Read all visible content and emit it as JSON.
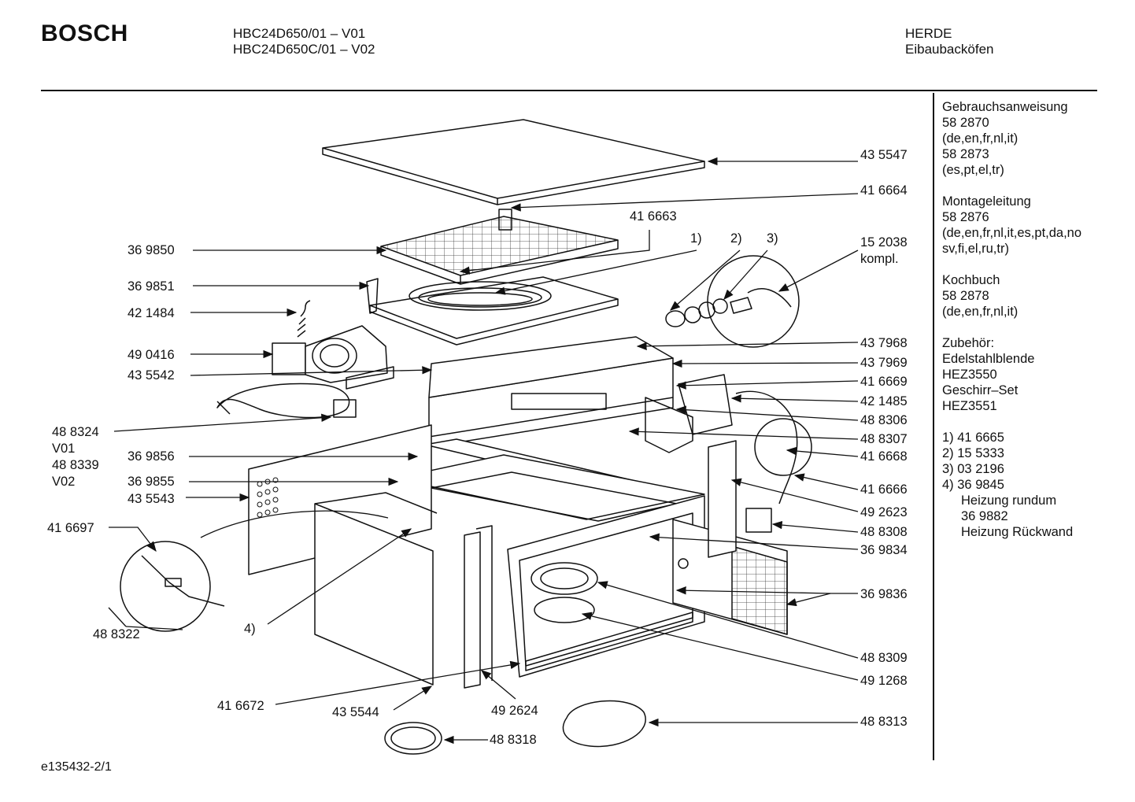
{
  "header": {
    "brand": "BOSCH",
    "model_line_1": "HBC24D650/01   – V01",
    "model_line_2": "HBC24D650C/01 – V02",
    "category": "HERDE",
    "subcategory": "Eibaubacköfen"
  },
  "footer": {
    "code": "e135432-2/1"
  },
  "sidebar": {
    "manual_title": "Gebrauchsanweisung",
    "manual_1_no": "58 2870",
    "manual_1_lang": "(de,en,fr,nl,it)",
    "manual_2_no": "58 2873",
    "manual_2_lang": "(es,pt,el,tr)",
    "mount_title": "Montageleitung",
    "mount_no": "58 2876",
    "mount_lang_1": "(de,en,fr,nl,it,es,pt,da,no",
    "mount_lang_2": "sv,fi,el,ru,tr)",
    "cook_title": "Kochbuch",
    "cook_no": "58 2878",
    "cook_lang": "(de,en,fr,nl,it)",
    "acc_title": "Zubehör:",
    "acc_1_name": "Edelstahlblende",
    "acc_1_no": "HEZ3550",
    "acc_2_name": "Geschirr–Set",
    "acc_2_no": "HEZ3551",
    "note_1": "1) 41 6665",
    "note_2": "2) 15 5333",
    "note_3": "3) 03 2196",
    "note_4": "4) 36 9845",
    "note_4a": "Heizung rundum",
    "note_4b": "36 9882",
    "note_4c": "Heizung Rückwand"
  },
  "labels": {
    "p435547": "43 5547",
    "p416664": "41 6664",
    "p416663": "41 6663",
    "c1": "1)",
    "c2": "2)",
    "c3": "3)",
    "p152038": "15 2038",
    "kompl": "kompl.",
    "p369850": "36 9850",
    "p369851": "36 9851",
    "p421484": "42 1484",
    "p490416": "49 0416",
    "p435542": "43 5542",
    "p437968": "43 7968",
    "p437969": "43 7969",
    "p416669": "41 6669",
    "p421485": "42 1485",
    "p488306": "48 8306",
    "p488307": "48 8307",
    "p416668": "41 6668",
    "p416666": "41 6666",
    "p492623": "49 2623",
    "p488308": "48 8308",
    "p369834": "36 9834",
    "p369836": "36 9836",
    "p488309": "48 8309",
    "p491268": "49 1268",
    "p488313": "48 8313",
    "p488318": "48 8318",
    "p492624": "49 2624",
    "p435544": "43 5544",
    "p416672": "41 6672",
    "p488322": "48 8322",
    "p416697": "41 6697",
    "p435543": "43 5543",
    "p369855": "36 9855",
    "p369856": "36 9856",
    "p488324": "48 8324",
    "v01": "V01",
    "p488339": "48 8339",
    "v02": "V02",
    "c4": "4)"
  }
}
